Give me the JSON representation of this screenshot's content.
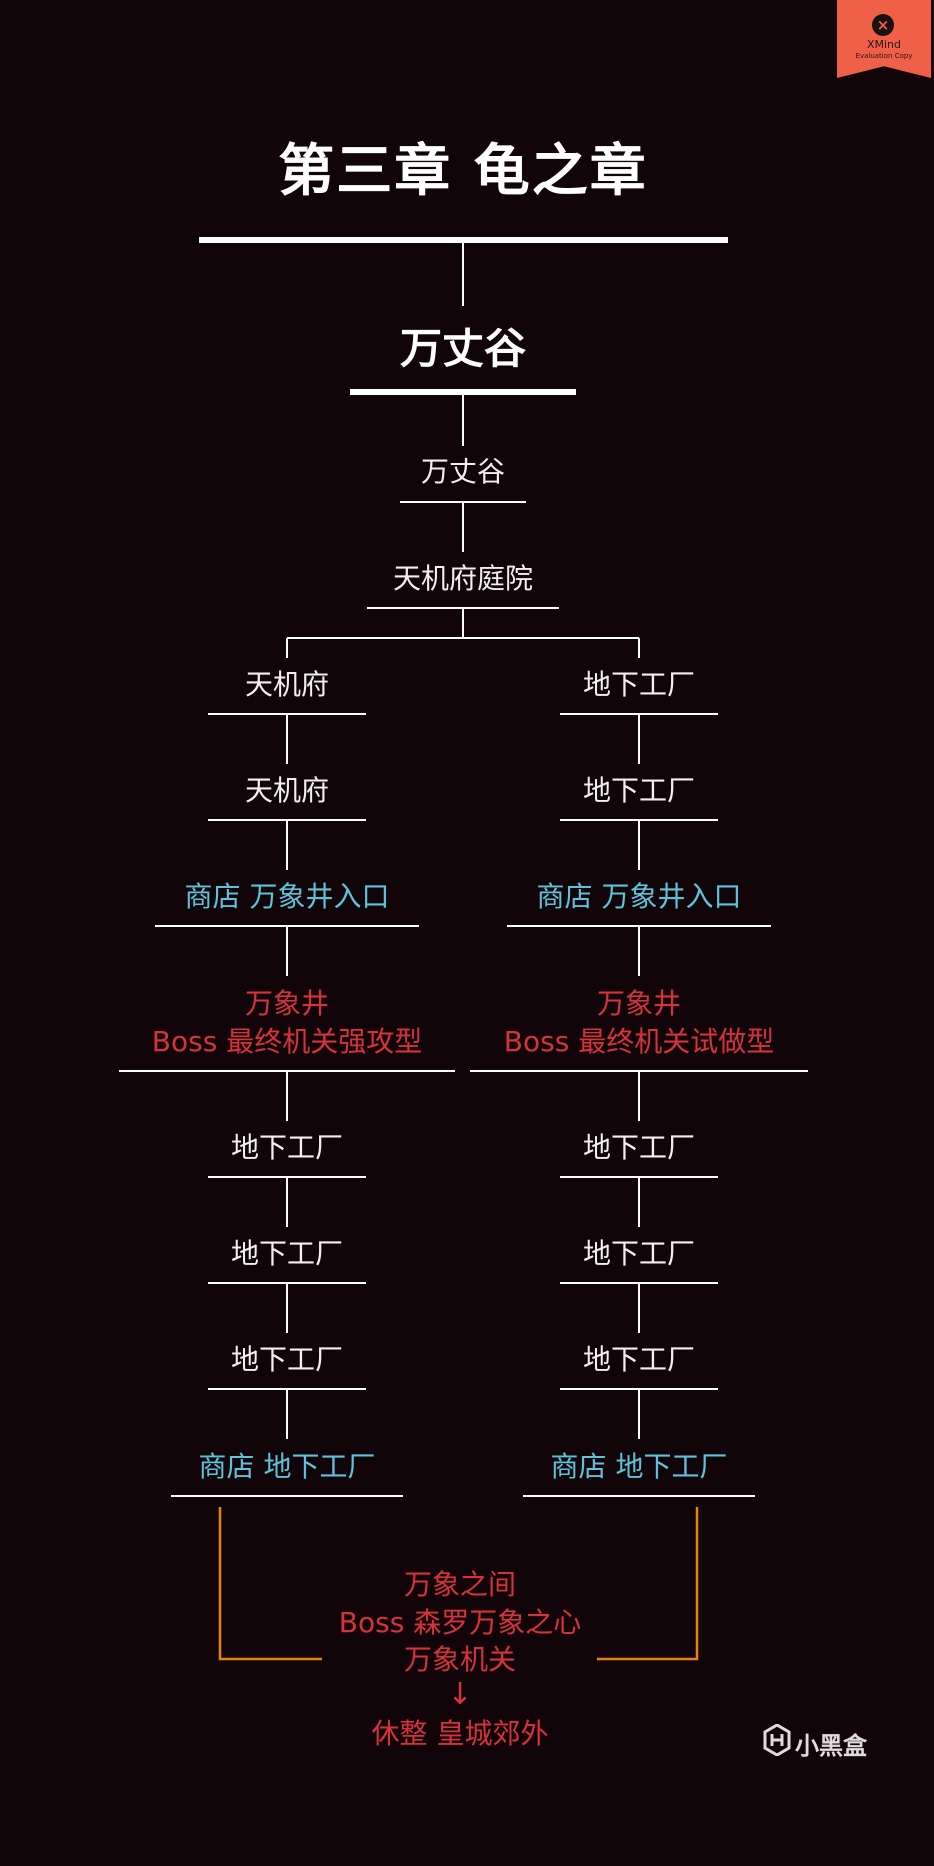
{
  "badge": {
    "name": "XMind",
    "note": "Evaluation Copy"
  },
  "title": "第三章 龟之章",
  "subtitle": "万丈谷",
  "trunk": [
    "万丈谷",
    "天机府庭院"
  ],
  "left_branch": {
    "n1": "天机府",
    "n2": "天机府",
    "n3": "商店 万象井入口",
    "n4_line1": "万象井",
    "n4_line2": "Boss 最终机关强攻型",
    "n5": "地下工厂",
    "n6": "地下工厂",
    "n7": "地下工厂",
    "n8": "商店 地下工厂"
  },
  "right_branch": {
    "n1": "地下工厂",
    "n2": "地下工厂",
    "n3": "商店 万象井入口",
    "n4_line1": "万象井",
    "n4_line2": "Boss 最终机关试做型",
    "n5": "地下工厂",
    "n6": "地下工厂",
    "n7": "地下工厂",
    "n8": "商店 地下工厂"
  },
  "final": {
    "line1": "万象之间",
    "line2": "Boss 森罗万象之心",
    "line3": "万象机关",
    "arrow": "↓",
    "line4": "休整 皇城郊外"
  },
  "watermark": "小黑盒",
  "colors": {
    "background": "#110509",
    "normal_text": "#f2efef",
    "shop_text": "#5ec2dc",
    "boss_text": "#d6323c",
    "merge_bracket": "#e8820c",
    "badge": "#f06048"
  }
}
